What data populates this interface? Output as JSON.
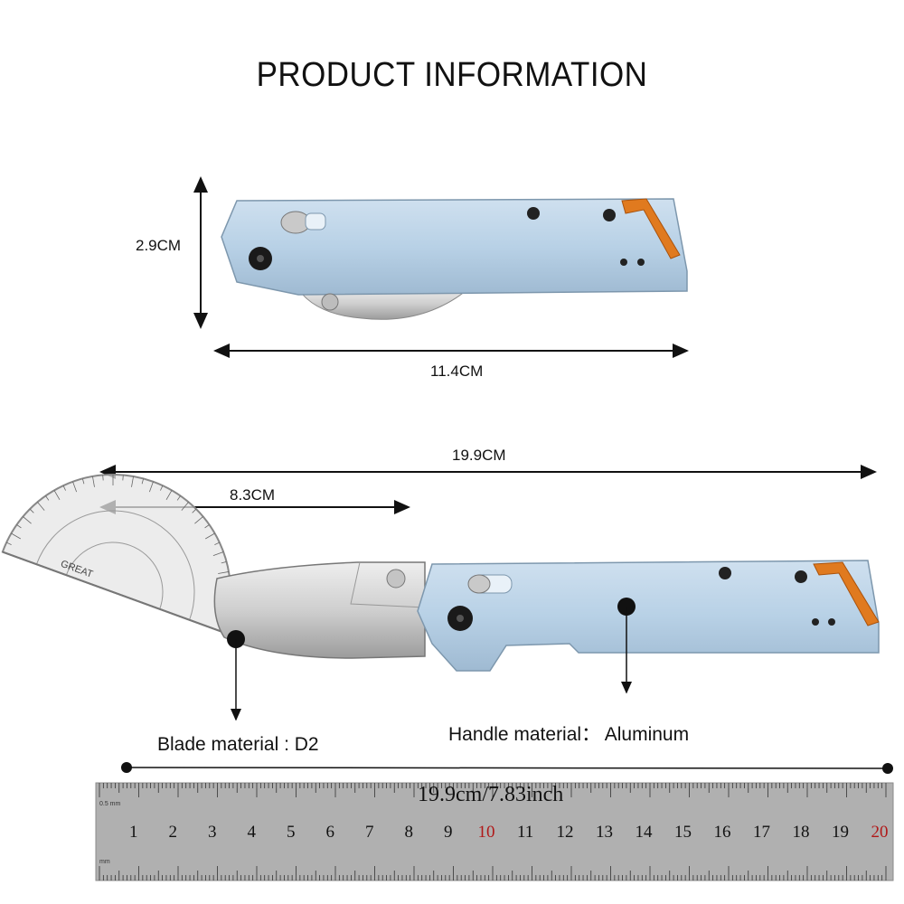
{
  "header": {
    "title": "PRODUCT INFORMATION"
  },
  "closed_view": {
    "height_label": "2.9CM",
    "length_label": "11.4CM"
  },
  "open_view": {
    "overall_label": "19.9CM",
    "blade_label": "8.3CM",
    "blade_material": "Blade material : D2",
    "handle_material": "Handle material： Aluminum",
    "protractor_label": "GREAT"
  },
  "ruler": {
    "top_label": "19.9cm/7.83inch",
    "unit_top": "0.5 mm",
    "unit_bottom": "mm",
    "ticks": [
      "1",
      "2",
      "3",
      "4",
      "5",
      "6",
      "7",
      "8",
      "9",
      "10",
      "11",
      "12",
      "13",
      "14",
      "15",
      "16",
      "17",
      "18",
      "19",
      "20"
    ],
    "red_ticks": [
      "10",
      "20"
    ]
  },
  "colors": {
    "handle": "#b9d3e8",
    "accent_clip": "#e07a1f",
    "blade": "#d2d2d2",
    "ruler_bg": "#b0b0b0",
    "ruler_red": "#b01818"
  }
}
